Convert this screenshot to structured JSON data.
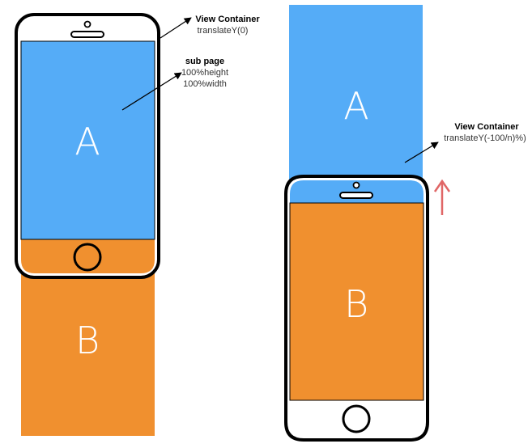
{
  "left_diagram": {
    "page_a_label": "A",
    "page_b_label": "B",
    "view_container_title": "View Container",
    "view_container_transform": "translateY(0)",
    "sub_page_title": "sub page",
    "sub_page_height": "100%height",
    "sub_page_width": "100%width"
  },
  "right_diagram": {
    "page_a_label": "A",
    "page_b_label": "B",
    "view_container_title": "View Container",
    "view_container_transform": "translateY(-100/n)%)"
  },
  "colors": {
    "page_a": "#55acf7",
    "page_b": "#f0902f",
    "phone_outline": "#000000",
    "scroll_arrow": "#e06666"
  }
}
